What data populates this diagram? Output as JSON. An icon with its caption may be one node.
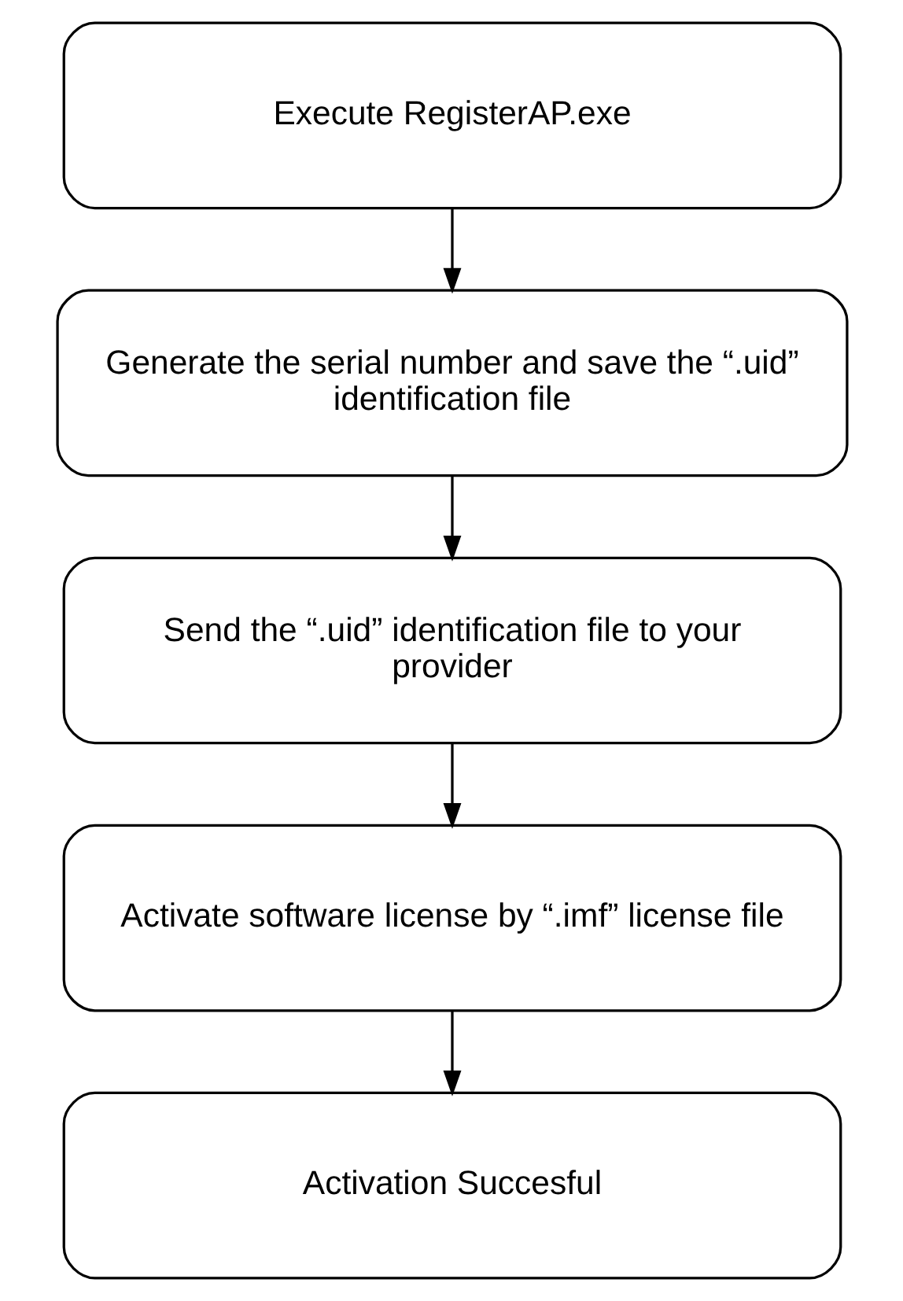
{
  "diagram": {
    "nodes": [
      {
        "text": [
          "Execute RegisterAP.exe"
        ]
      },
      {
        "text": [
          "Generate the serial number and save the “.uid” identification file"
        ]
      },
      {
        "text": [
          "Send the “.uid” identification file to your provider"
        ]
      },
      {
        "text": [
          "Activate software license by “.imf” license file"
        ]
      },
      {
        "text": [
          "Activation Succesful"
        ]
      }
    ],
    "edges": [
      {
        "from": 0,
        "to": 1,
        "arrow": "to"
      },
      {
        "from": 1,
        "to": 2,
        "arrow": "to"
      },
      {
        "from": 2,
        "to": 3,
        "arrow": "to"
      },
      {
        "from": 3,
        "to": 4,
        "arrow": "to"
      }
    ]
  }
}
